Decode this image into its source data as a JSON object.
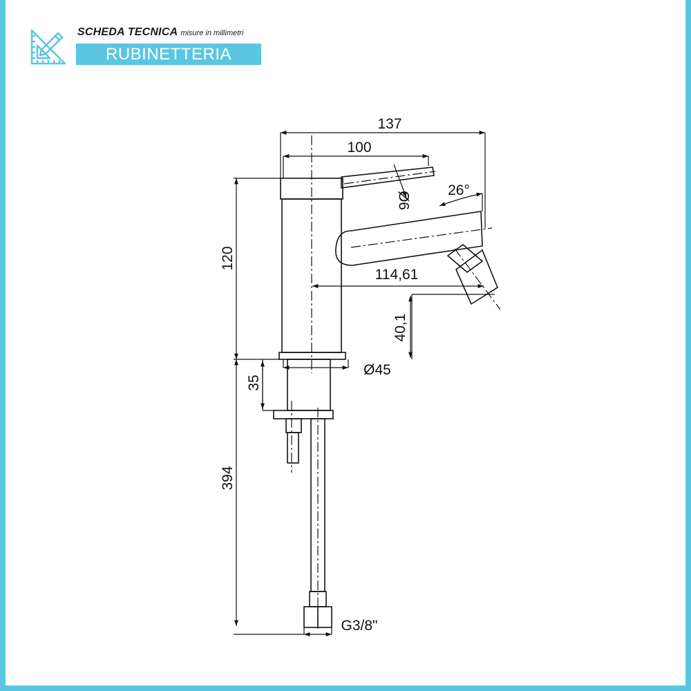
{
  "header": {
    "title": "SCHEDA TECNICA",
    "subtitle": "misure in millimetri",
    "category": "RUBINETTERIA",
    "icon": "ruler-pencil-icon",
    "accent_color": "#5bc6e0"
  },
  "dimensions": {
    "overall_width": "137",
    "lever_length": "100",
    "lever_diameter": "9Ø",
    "spout_angle": "26°",
    "body_height": "120",
    "spout_reach": "114,61",
    "spout_height": "40,1",
    "base_diameter": "Ø45",
    "max_deck_thickness": "35",
    "hose_length": "394",
    "connection_thread": "G3/8\""
  }
}
